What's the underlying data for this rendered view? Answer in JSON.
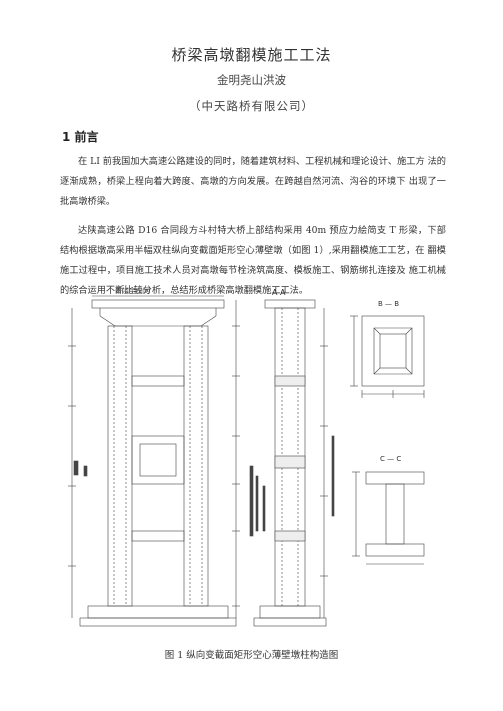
{
  "document": {
    "title": "桥梁高墩翻模施工工法",
    "author": "金明尧山洪波",
    "affiliation": "（中天路桥有限公司）",
    "section_heading": "1 前言",
    "paragraphs": [
      "在 LI 前我国加大高速公路建设的同时，随着建筑材料、工程机械和理论设计、施工方 法的逐渐成熟，桥梁上程向着大跨度、高墩的方向发展。在跨越自然河流、沟谷的环境下 出现了一批高墩桥梁。",
      "达陕高速公路 D16 合同段方斗村特大桥上部结构采用 40m 预应力絵简支 T 形梁，下部　结构根据墩高采用半幅双柱纵向变截面矩形空心薄壁墩（如图 1）,采用翻模施工工艺，在 翻模施工过程中，项目施工技术人员对高墩每节栓浇筑高度、模板施工、钢筋绑扎连接及 施工机械的综合运用不断比较分析，总结形成桥梁高墩翻模施工工法。"
    ],
    "figure_labels": {
      "left_view": "薪浇宅由网",
      "middle_view": "A-A",
      "section_bb": "B — B",
      "section_cc": "C — C"
    },
    "figure_caption": "图 1 纵向变截面矩形空心薄壁墩柱构造图"
  }
}
